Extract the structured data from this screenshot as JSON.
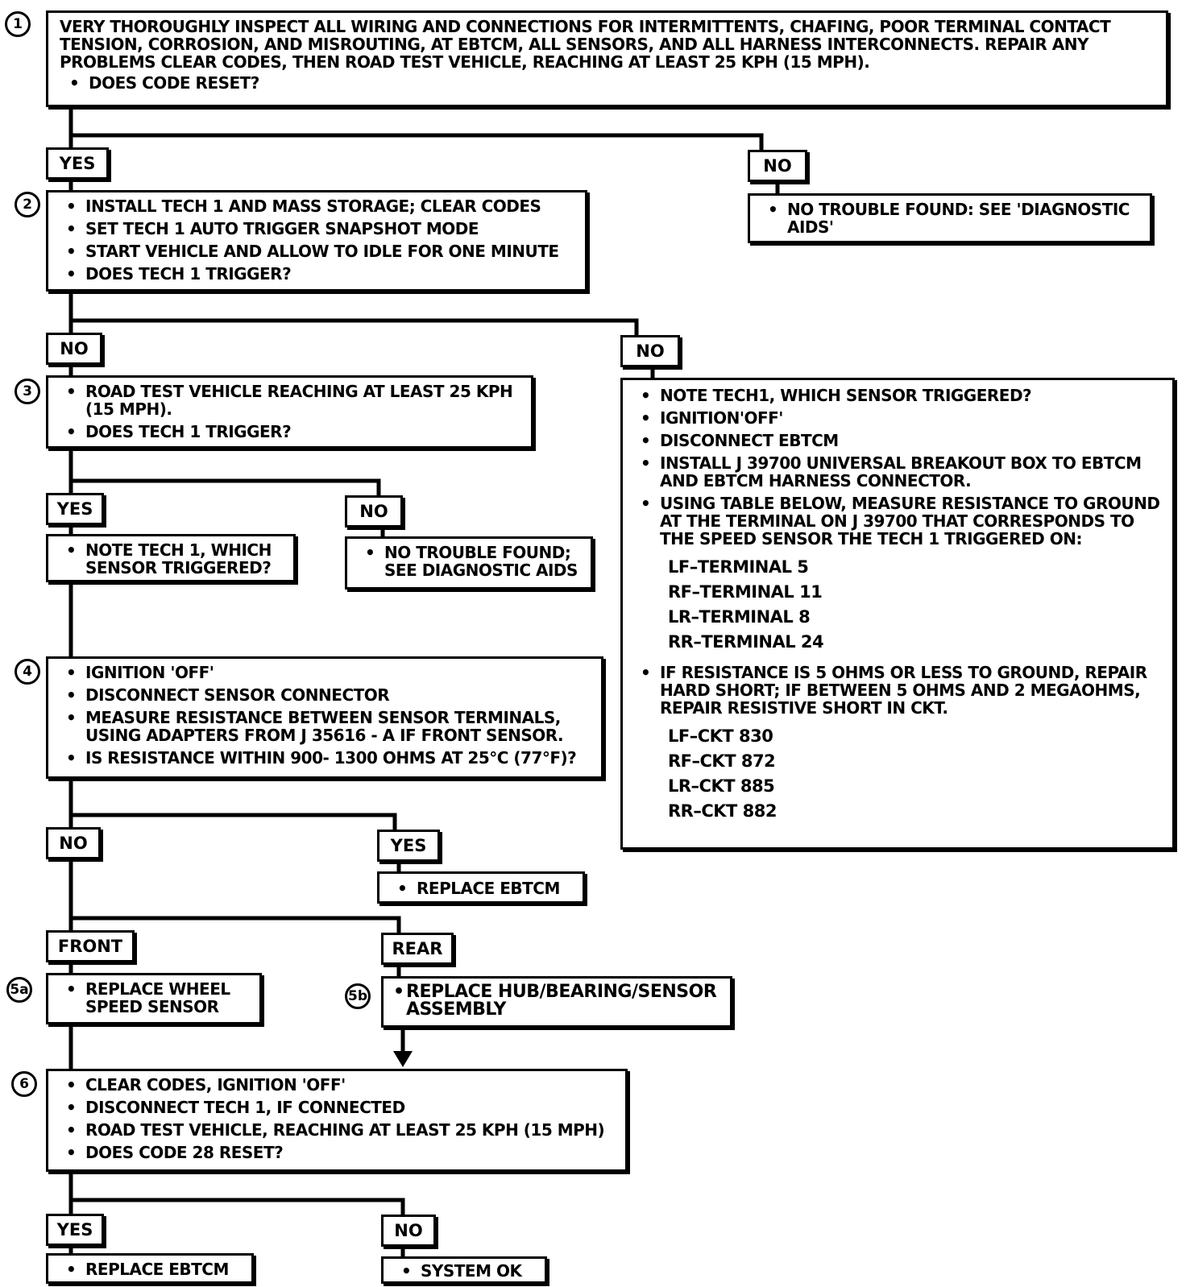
{
  "steps": {
    "s1": {
      "num": "1",
      "text": "VERY THOROUGHLY INSPECT ALL WIRING AND CONNECTIONS FOR INTERMITTENTS, CHAFING, POOR TERMINAL CONTACT TENSION, CORROSION, AND MISROUTING, AT EBTCM, ALL SENSORS, AND ALL HARNESS INTERCONNECTS. REPAIR ANY PROBLEMS CLEAR CODES, THEN ROAD TEST VEHICLE, REACHING AT LEAST 25 KPH (15 MPH).",
      "q": "DOES CODE RESET?"
    },
    "s2": {
      "num": "2",
      "items": [
        "INSTALL TECH 1 AND MASS STORAGE; CLEAR CODES",
        "SET TECH 1 AUTO TRIGGER SNAPSHOT MODE",
        "START VEHICLE AND ALLOW TO IDLE FOR ONE MINUTE",
        "DOES TECH 1 TRIGGER?"
      ]
    },
    "s3": {
      "num": "3",
      "items": [
        "ROAD TEST VEHICLE REACHING AT LEAST 25 KPH (15 MPH).",
        "DOES TECH 1 TRIGGER?"
      ]
    },
    "s4": {
      "num": "4",
      "items": [
        "IGNITION 'OFF'",
        "DISCONNECT SENSOR CONNECTOR",
        "MEASURE RESISTANCE BETWEEN SENSOR TERMINALS, USING ADAPTERS FROM J 35616 - A IF FRONT SENSOR.",
        "IS RESISTANCE WITHIN 900- 1300 OHMS AT 25°C (77°F)?"
      ]
    },
    "s5a": {
      "num": "5a",
      "text": "REPLACE WHEEL SPEED SENSOR"
    },
    "s5b": {
      "num": "5b",
      "text": "REPLACE HUB/BEARING/SENSOR ASSEMBLY"
    },
    "s6": {
      "num": "6",
      "items": [
        "CLEAR CODES, IGNITION 'OFF'",
        "DISCONNECT TECH 1, IF CONNECTED",
        "ROAD TEST VEHICLE, REACHING AT LEAST 25 KPH (15 MPH)",
        "DOES CODE 28 RESET?"
      ]
    }
  },
  "results": {
    "ntf1": "NO TROUBLE FOUND: SEE 'DIAGNOSTIC AIDS'",
    "note_tech1": "NOTE TECH 1, WHICH SENSOR TRIGGERED?",
    "ntf2": "NO TROUBLE FOUND; SEE DIAGNOSTIC AIDS",
    "replace_ebtcm_top": "REPLACE EBTCM",
    "replace_ebtcm_bottom": "REPLACE EBTCM",
    "system_ok": "SYSTEM OK"
  },
  "big_box": {
    "items": [
      "NOTE TECH1, WHICH SENSOR TRIGGERED?",
      "IGNITION'OFF'",
      "DISCONNECT EBTCM",
      "INSTALL J 39700 UNIVERSAL BREAKOUT BOX TO EBTCM AND EBTCM HARNESS CONNECTOR.",
      "USING TABLE BELOW, MEASURE RESISTANCE TO GROUND AT THE TERMINAL ON J 39700 THAT CORRESPONDS TO THE SPEED SENSOR THE TECH 1 TRIGGERED ON:"
    ],
    "terminals": [
      "LF–TERMINAL 5",
      "RF–TERMINAL 11",
      "LR–TERMINAL 8",
      "RR–TERMINAL 24"
    ],
    "short_item": "IF RESISTANCE IS 5 OHMS OR LESS TO GROUND, REPAIR HARD SHORT; IF BETWEEN 5 OHMS AND 2 MEGAOHMS, REPAIR RESISTIVE SHORT IN CKT.",
    "circuits": [
      "LF–CKT 830",
      "RF–CKT 872",
      "LR–CKT 885",
      "RR–CKT 882"
    ]
  },
  "labels": {
    "s1_yes": "YES",
    "s1_no": "NO",
    "s2_no_left": "NO",
    "s2_no_right": "NO",
    "s3_yes": "YES",
    "s3_no": "NO",
    "s4_no": "NO",
    "s4_yes": "YES",
    "front": "FRONT",
    "rear": "REAR",
    "s6_yes": "YES",
    "s6_no": "NO"
  }
}
